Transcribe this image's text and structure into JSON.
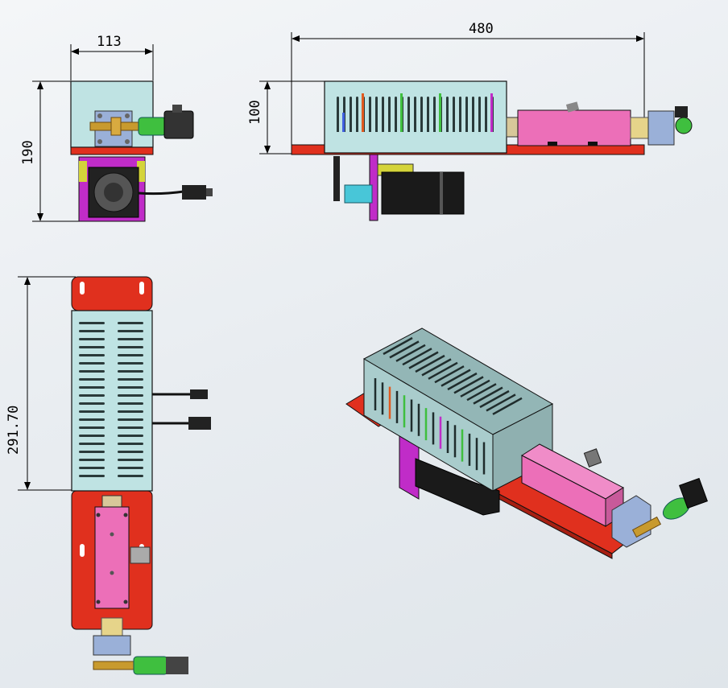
{
  "dimensions": {
    "front_width": "113",
    "front_height": "190",
    "side_length": "480",
    "side_height": "100",
    "top_length": "291.70"
  },
  "colors": {
    "background": "#eef1f4",
    "cover": "#bfe3e3",
    "base_plate": "#e0301e",
    "pump_body": "#ec6fb8",
    "bracket": "#c02cc8",
    "motor": "#1a1a1a",
    "valve_green": "#3fbf3f",
    "fitting_brass": "#c89a2e",
    "end_block": "#9ab0d8",
    "accent_yellow": "#d4d43a"
  },
  "views": [
    "front-view",
    "side-view",
    "top-view",
    "isometric-view"
  ]
}
